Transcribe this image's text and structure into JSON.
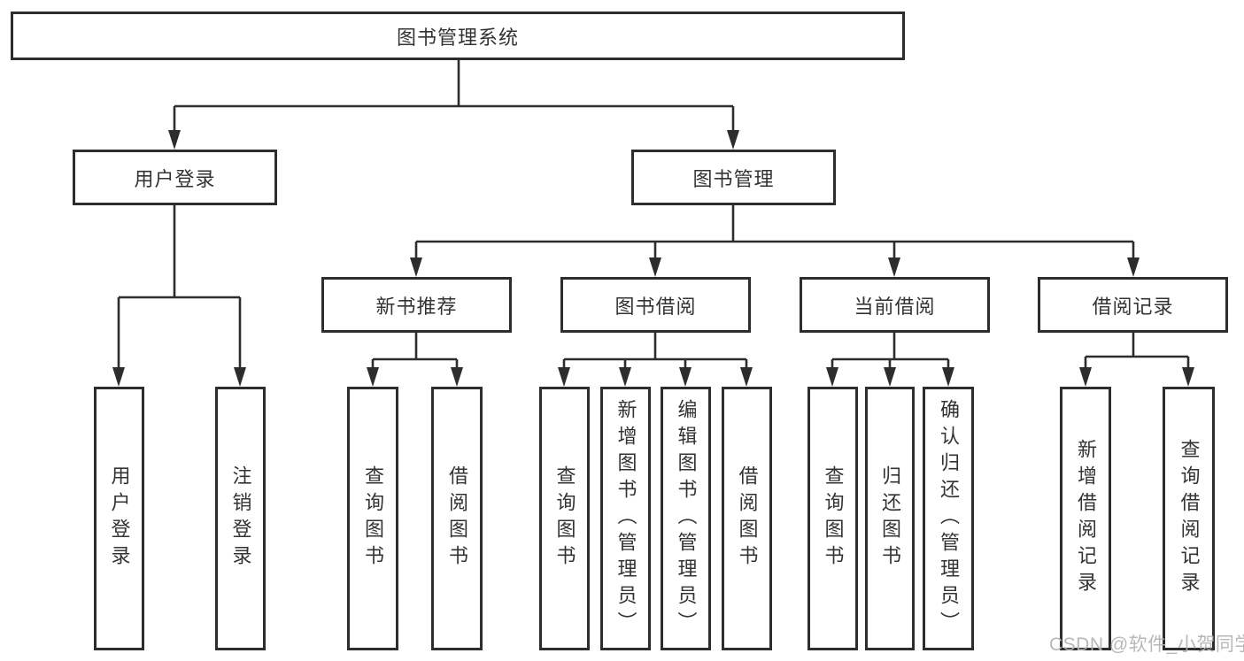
{
  "diagram_title": "图书管理系统",
  "nodes": {
    "root": "图书管理系统",
    "user_login": "用户登录",
    "book_mgmt": "图书管理",
    "new_book_rec": "新书推荐",
    "book_borrow": "图书借阅",
    "current_borrow": "当前借阅",
    "borrow_record": "借阅记录",
    "leaf_user_login": "用户登录",
    "leaf_logout": "注销登录",
    "leaf_rec_query_book": "查询图书",
    "leaf_rec_borrow_book": "借阅图书",
    "leaf_bb_query_book": "查询图书",
    "leaf_bb_add_book": "新增图书（管理员）",
    "leaf_bb_edit_book": "编辑图书（管理员）",
    "leaf_bb_borrow_book": "借阅图书",
    "leaf_cur_query_book": "查询图书",
    "leaf_cur_return_book": "归还图书",
    "leaf_cur_confirm_return": "确认归还（管理员）",
    "leaf_record_add": "新增借阅记录",
    "leaf_record_query": "查询借阅记录"
  },
  "hierarchy": {
    "图书管理系统": {
      "用户登录": [
        "用户登录",
        "注销登录"
      ],
      "图书管理": {
        "新书推荐": [
          "查询图书",
          "借阅图书"
        ],
        "图书借阅": [
          "查询图书",
          "新增图书（管理员）",
          "编辑图书（管理员）",
          "借阅图书"
        ],
        "当前借阅": [
          "查询图书",
          "归还图书",
          "确认归还（管理员）"
        ],
        "借阅记录": [
          "新增借阅记录",
          "查询借阅记录"
        ]
      }
    }
  },
  "watermark": "CSDN @软件_小贺同学",
  "colors": {
    "line": "#2d2d2d",
    "box_border": "#2d2d2d",
    "text": "#333333",
    "watermark": "#b3b3b3",
    "background": "#ffffff"
  }
}
